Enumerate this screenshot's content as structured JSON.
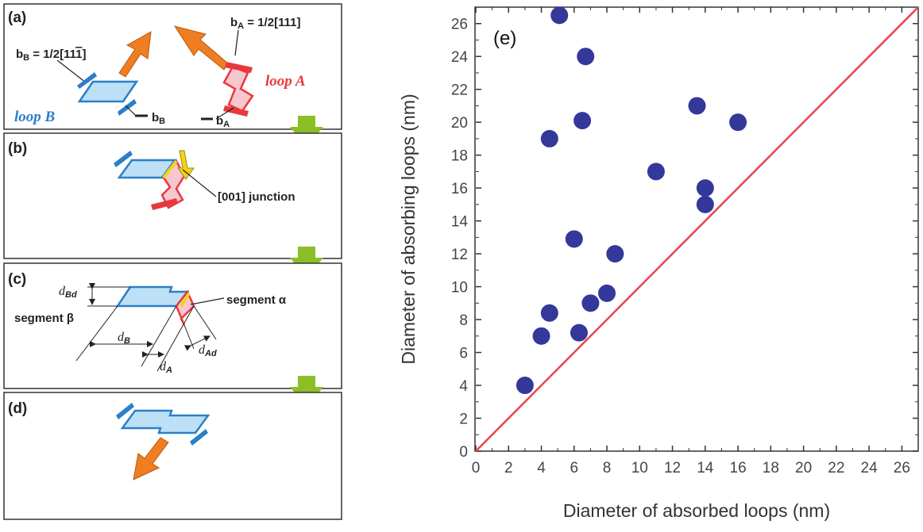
{
  "schematic": {
    "panel_a": {
      "label": "(a)",
      "bB": "b",
      "bB_sub": "B",
      "bB_value": " = 1/2[11",
      "bB_bar_digit": "1",
      "bB_close": "]",
      "bA": "b",
      "bA_sub": "A",
      "bA_value": " = 1/2[111]",
      "loopA": "loop A",
      "loopB": "loop B",
      "minus_bB": "b",
      "minus_bB_sub": "B",
      "minus_bA": "b",
      "minus_bA_sub": "A"
    },
    "panel_b": {
      "label": "(b)",
      "junction": "[001] junction"
    },
    "panel_c": {
      "label": "(c)",
      "dBd": "d",
      "dBd_sub": "Bd",
      "segment_beta": "segment β",
      "segment_alpha": "segment α",
      "dB": "d",
      "dB_sub": "B",
      "dA": "d",
      "dA_sub": "A",
      "dAd": "d",
      "dAd_sub": "Ad"
    },
    "panel_d": {
      "label": "(d)"
    },
    "colors": {
      "loopA": "#e8383d",
      "loopB": "#2a7fc9",
      "burgers": "#ef7d22",
      "flow_arrow": "#8cbf26",
      "junction": "#f3d21a"
    }
  },
  "chart_data": {
    "type": "scatter",
    "panel_label": "(e)",
    "xlabel": "Diameter of absorbed loops (nm)",
    "ylabel": "Diameter of absorbing loops (nm)",
    "xlim": [
      0,
      27
    ],
    "ylim": [
      0,
      27
    ],
    "xticks": [
      0,
      2,
      4,
      6,
      8,
      10,
      12,
      14,
      16,
      18,
      20,
      22,
      24,
      26
    ],
    "yticks": [
      0,
      2,
      4,
      6,
      8,
      10,
      12,
      14,
      16,
      18,
      20,
      22,
      24,
      26
    ],
    "reference_line": {
      "from": [
        0,
        0
      ],
      "to": [
        27,
        27
      ],
      "color": "#e8454a"
    },
    "marker_color": "#34389a",
    "grid": false,
    "points": [
      {
        "x": 3.0,
        "y": 4.0
      },
      {
        "x": 4.0,
        "y": 7.0
      },
      {
        "x": 4.5,
        "y": 8.4
      },
      {
        "x": 6.3,
        "y": 7.2
      },
      {
        "x": 7.0,
        "y": 9.0
      },
      {
        "x": 8.0,
        "y": 9.6
      },
      {
        "x": 6.0,
        "y": 12.9
      },
      {
        "x": 8.5,
        "y": 12.0
      },
      {
        "x": 4.5,
        "y": 19.0
      },
      {
        "x": 6.5,
        "y": 20.1
      },
      {
        "x": 5.1,
        "y": 26.5
      },
      {
        "x": 6.7,
        "y": 24.0
      },
      {
        "x": 11.0,
        "y": 17.0
      },
      {
        "x": 13.5,
        "y": 21.0
      },
      {
        "x": 14.0,
        "y": 16.0
      },
      {
        "x": 14.0,
        "y": 15.0
      },
      {
        "x": 16.0,
        "y": 20.0
      }
    ]
  }
}
